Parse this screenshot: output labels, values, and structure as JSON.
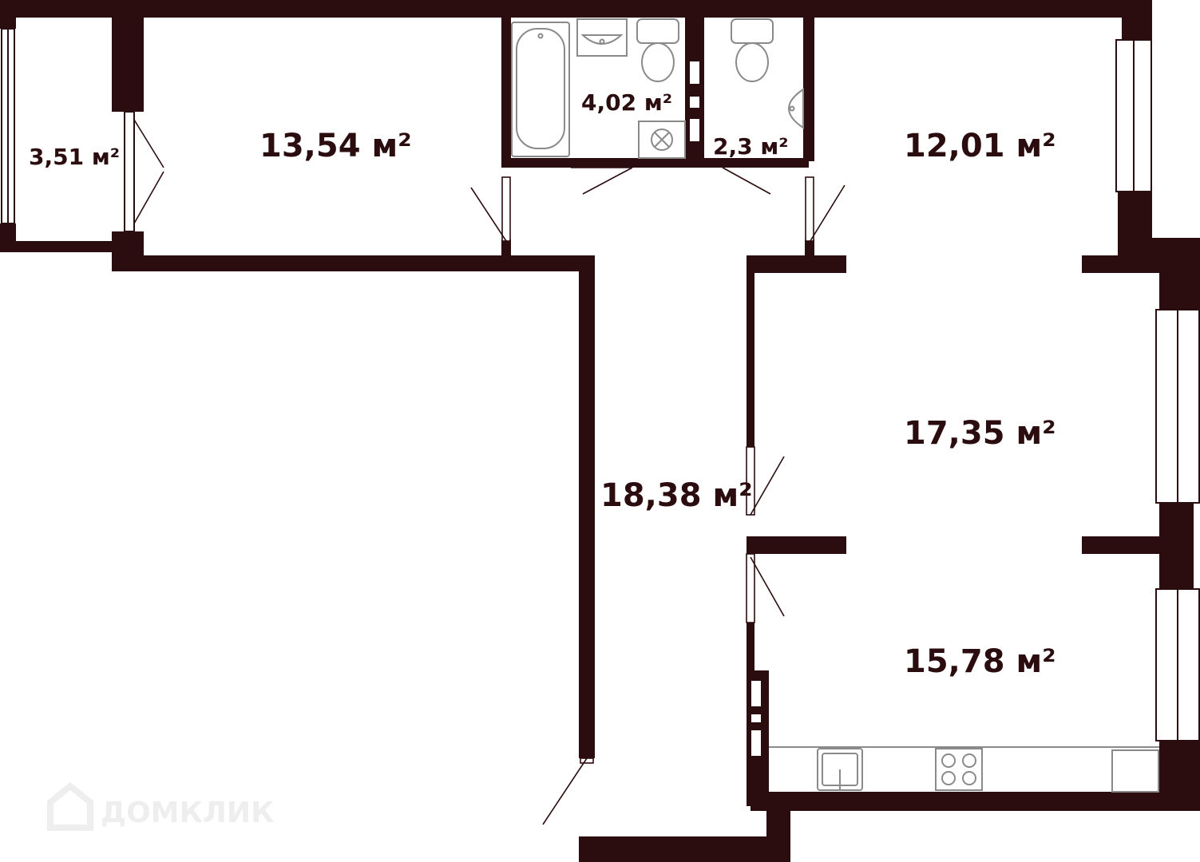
{
  "colors": {
    "wall": "#2b0d0f",
    "fixture": "#8a8a8a",
    "watermark": "#eeeeee",
    "background": "#ffffff"
  },
  "rooms": [
    {
      "id": "balcony",
      "area": "3,51 м²"
    },
    {
      "id": "room-1",
      "area": "13,54 м²"
    },
    {
      "id": "bathroom",
      "area": "4,02 м²"
    },
    {
      "id": "toilet",
      "area": "2,3 м²"
    },
    {
      "id": "room-2",
      "area": "12,01 м²"
    },
    {
      "id": "room-3",
      "area": "17,35 м²"
    },
    {
      "id": "hallway",
      "area": "18,38 м²"
    },
    {
      "id": "kitchen",
      "area": "15,78 м²"
    }
  ],
  "watermark": {
    "text": "ДОМКЛИК",
    "icon": "house-logo-icon"
  }
}
